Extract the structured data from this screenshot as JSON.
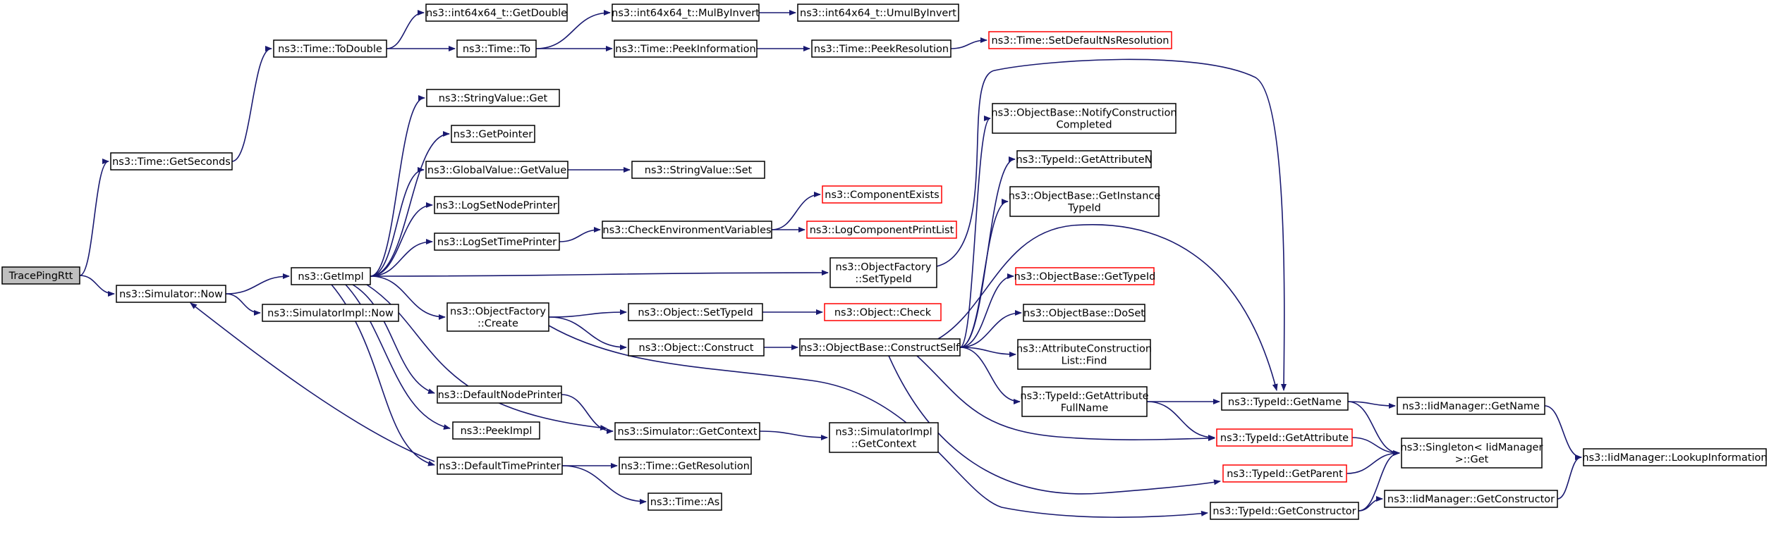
{
  "edge_color": "#191970",
  "root_fill": "#bfbfbf",
  "nodes": [
    {
      "id": "root",
      "lines": [
        "TracePingRtt"
      ]
    },
    {
      "id": "getSeconds",
      "lines": [
        "ns3::Time::GetSeconds"
      ]
    },
    {
      "id": "simNow",
      "lines": [
        "ns3::Simulator::Now"
      ]
    },
    {
      "id": "toDouble",
      "lines": [
        "ns3::Time::ToDouble"
      ]
    },
    {
      "id": "getDouble",
      "lines": [
        "ns3::int64x64_t::GetDouble"
      ]
    },
    {
      "id": "timeTo",
      "lines": [
        "ns3::Time::To"
      ]
    },
    {
      "id": "mulByInvert",
      "lines": [
        "ns3::int64x64_t::MulByInvert"
      ]
    },
    {
      "id": "umulByInvert",
      "lines": [
        "ns3::int64x64_t::UmulByInvert"
      ]
    },
    {
      "id": "peekInformation",
      "lines": [
        "ns3::Time::PeekInformation"
      ]
    },
    {
      "id": "peekResolution",
      "lines": [
        "ns3::Time::PeekResolution"
      ]
    },
    {
      "id": "setDefaultNsRes",
      "lines": [
        "ns3::Time::SetDefaultNsResolution"
      ]
    },
    {
      "id": "getImpl",
      "lines": [
        "ns3::GetImpl"
      ]
    },
    {
      "id": "simImplNow",
      "lines": [
        "ns3::SimulatorImpl::Now"
      ]
    },
    {
      "id": "stringValueGet",
      "lines": [
        "ns3::StringValue::Get"
      ]
    },
    {
      "id": "getPointer",
      "lines": [
        "ns3::GetPointer"
      ]
    },
    {
      "id": "globalValueGet",
      "lines": [
        "ns3::GlobalValue::GetValue"
      ]
    },
    {
      "id": "stringValueSet",
      "lines": [
        "ns3::StringValue::Set"
      ]
    },
    {
      "id": "logSetNodePrinter",
      "lines": [
        "ns3::LogSetNodePrinter"
      ]
    },
    {
      "id": "logSetTimePrinter",
      "lines": [
        "ns3::LogSetTimePrinter"
      ]
    },
    {
      "id": "checkEnvVars",
      "lines": [
        "ns3::CheckEnvironmentVariables"
      ]
    },
    {
      "id": "componentExists",
      "lines": [
        "ns3::ComponentExists"
      ]
    },
    {
      "id": "logComponentPrintList",
      "lines": [
        "ns3::LogComponentPrintList"
      ]
    },
    {
      "id": "objFactorySetTypeId",
      "lines": [
        "ns3::ObjectFactory",
        "::SetTypeId"
      ]
    },
    {
      "id": "objFactoryCreate",
      "lines": [
        "ns3::ObjectFactory",
        "::Create"
      ]
    },
    {
      "id": "objectSetTypeId",
      "lines": [
        "ns3::Object::SetTypeId"
      ]
    },
    {
      "id": "objectCheck",
      "lines": [
        "ns3::Object::Check"
      ]
    },
    {
      "id": "objectConstruct",
      "lines": [
        "ns3::Object::Construct"
      ]
    },
    {
      "id": "constructSelf",
      "lines": [
        "ns3::ObjectBase::ConstructSelf"
      ]
    },
    {
      "id": "notifyConstruction",
      "lines": [
        "ns3::ObjectBase::NotifyConstruction",
        "Completed"
      ]
    },
    {
      "id": "getAttributeN",
      "lines": [
        "ns3::TypeId::GetAttributeN"
      ]
    },
    {
      "id": "getInstanceTypeId",
      "lines": [
        "ns3::ObjectBase::GetInstance",
        "TypeId"
      ]
    },
    {
      "id": "objBaseGetTypeId",
      "lines": [
        "ns3::ObjectBase::GetTypeId"
      ]
    },
    {
      "id": "doSet",
      "lines": [
        "ns3::ObjectBase::DoSet"
      ]
    },
    {
      "id": "attrConstructionFind",
      "lines": [
        "ns3::AttributeConstruction",
        "List::Find"
      ]
    },
    {
      "id": "getAttrFullName",
      "lines": [
        "ns3::TypeId::GetAttribute",
        "FullName"
      ]
    },
    {
      "id": "typeIdGetName",
      "lines": [
        "ns3::TypeId::GetName"
      ]
    },
    {
      "id": "typeIdGetAttribute",
      "lines": [
        "ns3::TypeId::GetAttribute"
      ]
    },
    {
      "id": "typeIdGetParent",
      "lines": [
        "ns3::TypeId::GetParent"
      ]
    },
    {
      "id": "typeIdGetConstructor",
      "lines": [
        "ns3::TypeId::GetConstructor"
      ]
    },
    {
      "id": "iidGetName",
      "lines": [
        "ns3::IidManager::GetName"
      ]
    },
    {
      "id": "singletonGet",
      "lines": [
        "ns3::Singleton< IidManager",
        " >::Get"
      ]
    },
    {
      "id": "iidGetConstructor",
      "lines": [
        "ns3::IidManager::GetConstructor"
      ]
    },
    {
      "id": "iidLookup",
      "lines": [
        "ns3::IidManager::LookupInformation"
      ]
    },
    {
      "id": "defaultNodePrinter",
      "lines": [
        "ns3::DefaultNodePrinter"
      ]
    },
    {
      "id": "peekImpl",
      "lines": [
        "ns3::PeekImpl"
      ]
    },
    {
      "id": "defaultTimePrinter",
      "lines": [
        "ns3::DefaultTimePrinter"
      ]
    },
    {
      "id": "simGetContext",
      "lines": [
        "ns3::Simulator::GetContext"
      ]
    },
    {
      "id": "simImplGetContext",
      "lines": [
        "ns3::SimulatorImpl",
        "::GetContext"
      ]
    },
    {
      "id": "timeGetResolution",
      "lines": [
        "ns3::Time::GetResolution"
      ]
    },
    {
      "id": "timeAs",
      "lines": [
        "ns3::Time::As"
      ]
    }
  ],
  "red_nodes": [
    "setDefaultNsRes",
    "componentExists",
    "logComponentPrintList",
    "objectCheck",
    "objBaseGetTypeId",
    "typeIdGetAttribute",
    "typeIdGetParent"
  ],
  "edges": [
    [
      "root",
      "getSeconds"
    ],
    [
      "root",
      "simNow"
    ],
    [
      "getSeconds",
      "toDouble"
    ],
    [
      "toDouble",
      "getDouble"
    ],
    [
      "toDouble",
      "timeTo"
    ],
    [
      "timeTo",
      "mulByInvert"
    ],
    [
      "mulByInvert",
      "umulByInvert"
    ],
    [
      "timeTo",
      "peekInformation"
    ],
    [
      "peekInformation",
      "peekResolution"
    ],
    [
      "peekResolution",
      "setDefaultNsRes"
    ],
    [
      "simNow",
      "getImpl"
    ],
    [
      "simNow",
      "simImplNow"
    ],
    [
      "getImpl",
      "stringValueGet"
    ],
    [
      "getImpl",
      "getPointer"
    ],
    [
      "getImpl",
      "globalValueGet"
    ],
    [
      "globalValueGet",
      "stringValueSet"
    ],
    [
      "getImpl",
      "logSetNodePrinter"
    ],
    [
      "getImpl",
      "logSetTimePrinter"
    ],
    [
      "logSetTimePrinter",
      "checkEnvVars"
    ],
    [
      "checkEnvVars",
      "componentExists"
    ],
    [
      "checkEnvVars",
      "logComponentPrintList"
    ],
    [
      "getImpl",
      "objFactorySetTypeId"
    ],
    [
      "getImpl",
      "objFactoryCreate"
    ],
    [
      "objFactoryCreate",
      "objectSetTypeId"
    ],
    [
      "objectSetTypeId",
      "objectCheck"
    ],
    [
      "objFactoryCreate",
      "objectConstruct"
    ],
    [
      "objectConstruct",
      "constructSelf"
    ],
    [
      "objFactoryCreate",
      "typeIdGetConstructor"
    ],
    [
      "objFactorySetTypeId",
      "typeIdGetName"
    ],
    [
      "constructSelf",
      "notifyConstruction"
    ],
    [
      "constructSelf",
      "getAttributeN"
    ],
    [
      "constructSelf",
      "getInstanceTypeId"
    ],
    [
      "constructSelf",
      "typeIdGetName"
    ],
    [
      "constructSelf",
      "objBaseGetTypeId"
    ],
    [
      "constructSelf",
      "doSet"
    ],
    [
      "constructSelf",
      "attrConstructionFind"
    ],
    [
      "constructSelf",
      "getAttrFullName"
    ],
    [
      "constructSelf",
      "typeIdGetAttribute"
    ],
    [
      "constructSelf",
      "typeIdGetParent"
    ],
    [
      "getAttrFullName",
      "typeIdGetName"
    ],
    [
      "getAttrFullName",
      "typeIdGetAttribute"
    ],
    [
      "typeIdGetName",
      "iidGetName"
    ],
    [
      "typeIdGetName",
      "singletonGet"
    ],
    [
      "iidGetName",
      "iidLookup"
    ],
    [
      "typeIdGetAttribute",
      "singletonGet"
    ],
    [
      "typeIdGetParent",
      "singletonGet"
    ],
    [
      "typeIdGetConstructor",
      "singletonGet"
    ],
    [
      "typeIdGetConstructor",
      "iidGetConstructor"
    ],
    [
      "iidGetConstructor",
      "iidLookup"
    ],
    [
      "getImpl",
      "defaultNodePrinter"
    ],
    [
      "getImpl",
      "peekImpl"
    ],
    [
      "getImpl",
      "defaultTimePrinter"
    ],
    [
      "getImpl",
      "simGetContext"
    ],
    [
      "defaultNodePrinter",
      "simGetContext"
    ],
    [
      "simGetContext",
      "simImplGetContext"
    ],
    [
      "defaultTimePrinter",
      "simNow"
    ],
    [
      "defaultTimePrinter",
      "timeGetResolution"
    ],
    [
      "defaultTimePrinter",
      "timeAs"
    ]
  ]
}
